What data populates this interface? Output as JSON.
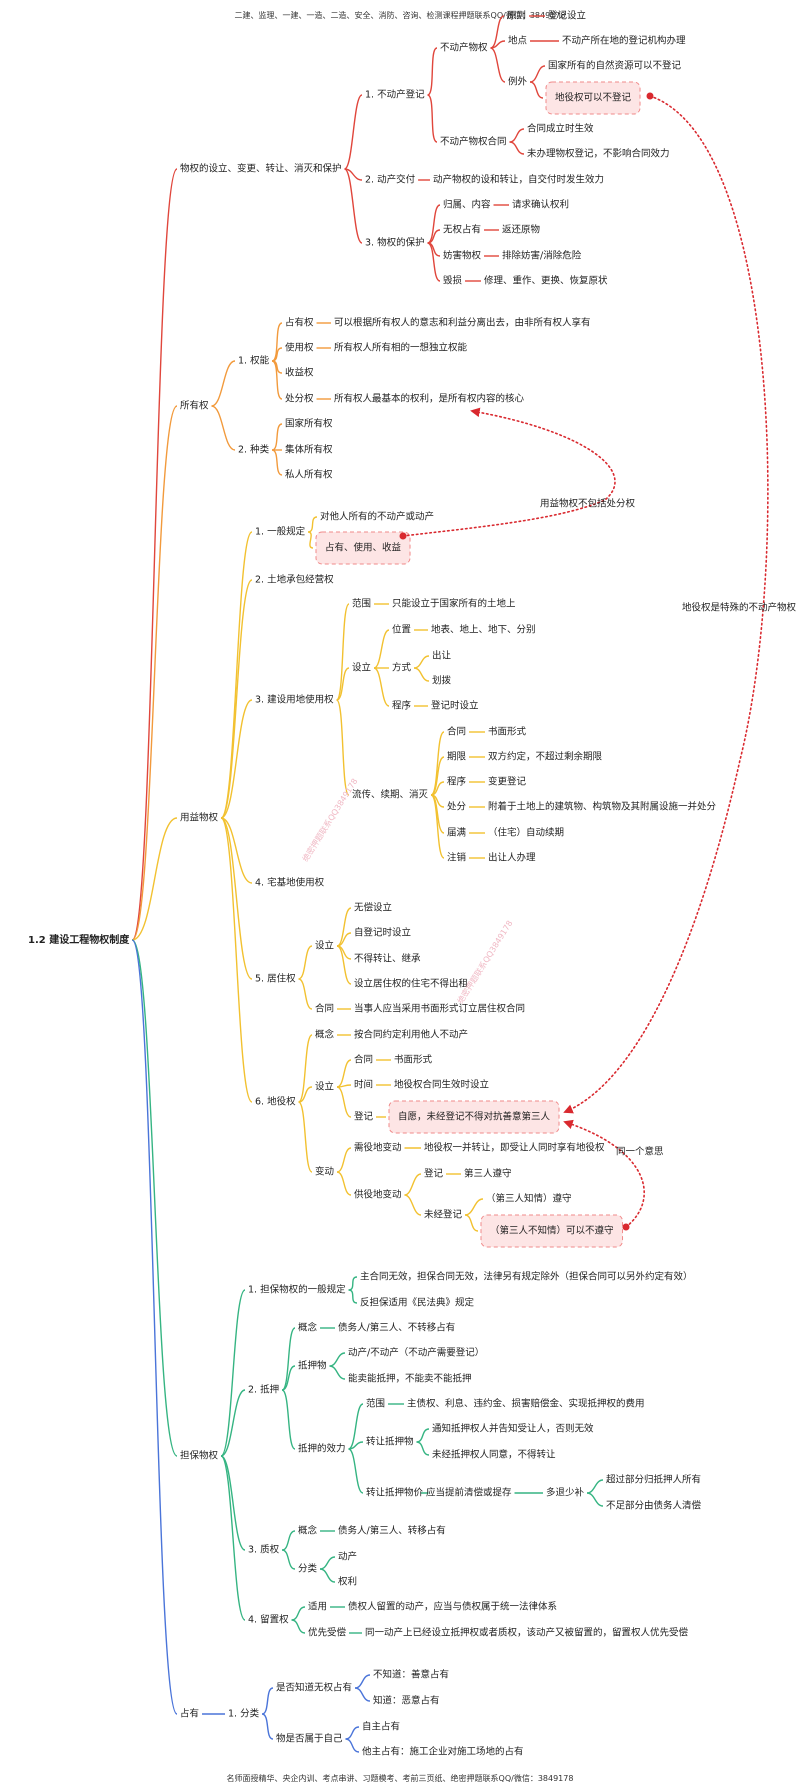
{
  "header": {
    "top": "二建、监理、一建、一造、二造、安全、消防、咨询、检测课程押题联系QQ/微信：3849178",
    "bottom": "名师面授精华、央企内训、考点串讲、习题模考、考前三页纸、绝密押题联系QQ/微信：3849178"
  },
  "watermark": "绝密押题联系QQ3849178",
  "colors": {
    "red": "#e0463c",
    "orange": "#f29a3c",
    "yellow": "#f2c130",
    "blue": "#4a74d9",
    "green": "#35b482",
    "cross_link": "#d9292f",
    "callout_fill": "#fde5e5",
    "callout_border": "#f08a8a"
  },
  "root": "1.2 建设工程物权制度",
  "sections": {
    "change": {
      "label": "物权的设立、变更、转让、消灭和保护",
      "g1": "1. 不动产登记",
      "g1a": "不动产物权",
      "g1a1": "原则",
      "g1a1v": "登记设立",
      "g1a2": "地点",
      "g1a2v": "不动产所在地的登记机构办理",
      "g1a3": "例外",
      "g1a3v1": "国家所有的自然资源可以不登记",
      "g1a3v2": "地役权可以不登记",
      "g1b": "不动产物权合同",
      "g1bv1": "合同成立时生效",
      "g1bv2": "未办理物权登记，不影响合同效力",
      "g2": "2. 动产交付",
      "g2v": "动产物权的设和转让，自交付时发生效力",
      "g3": "3. 物权的保护",
      "g3a": "归属、内容",
      "g3av": "请求确认权利",
      "g3b": "无权占有",
      "g3bv": "返还原物",
      "g3c": "妨害物权",
      "g3cv": "排除妨害/消除危险",
      "g3d": "毁损",
      "g3dv": "修理、重作、更换、恢复原状"
    },
    "ownership": {
      "label": "所有权",
      "p1": "1. 权能",
      "p1a": "占有权",
      "p1av": "可以根据所有权人的意志和利益分离出去，由非所有权人享有",
      "p1b": "使用权",
      "p1bv": "所有权人所有相的一想独立权能",
      "p1c": "收益权",
      "p1d": "处分权",
      "p1dv": "所有权人最基本的权利，是所有权内容的核心",
      "p2": "2. 种类",
      "p2a": "国家所有权",
      "p2b": "集体所有权",
      "p2c": "私人所有权"
    },
    "usufruct": {
      "label": "用益物权",
      "u1": "1. 一般规定",
      "u1a": "对他人所有的不动产或动产",
      "u1b": "占有、使用、收益",
      "u2": "2. 土地承包经营权",
      "u3": "3. 建设用地使用权",
      "u3a": "范围",
      "u3av": "只能设立于国家所有的土地上",
      "u3b": "设立",
      "u3b1": "位置",
      "u3b1v": "地表、地上、地下、分别",
      "u3b2": "方式",
      "u3b2v1": "出让",
      "u3b2v2": "划拨",
      "u3b3": "程序",
      "u3b3v": "登记时设立",
      "u3c": "流传、续期、消灭",
      "u3c1": "合同",
      "u3c1v": "书面形式",
      "u3c2": "期限",
      "u3c2v": "双方约定，不超过剩余期限",
      "u3c3": "程序",
      "u3c3v": "变更登记",
      "u3c4": "处分",
      "u3c4v": "附着于土地上的建筑物、构筑物及其附属设施一并处分",
      "u3c5": "届满",
      "u3c5v": "（住宅）自动续期",
      "u3c6": "注销",
      "u3c6v": "出让人办理",
      "u4": "4. 宅基地使用权",
      "u5": "5. 居住权",
      "u5a": "设立",
      "u5a1": "无偿设立",
      "u5a2": "自登记时设立",
      "u5a3": "不得转让、继承",
      "u5a4": "设立居住权的住宅不得出租",
      "u5b": "合同",
      "u5bv": "当事人应当采用书面形式订立居住权合同",
      "u6": "6. 地役权",
      "u6a": "概念",
      "u6av": "按合同约定利用他人不动产",
      "u6b": "设立",
      "u6b1": "合同",
      "u6b1v": "书面形式",
      "u6b2": "时间",
      "u6b2v": "地役权合同生效时设立",
      "u6b3": "登记",
      "u6b3v": "自愿，未经登记不得对抗善意第三人",
      "u6c": "变动",
      "u6c1": "需役地变动",
      "u6c1v": "地役权一并转让，即受让人同时享有地役权",
      "u6c2": "供役地变动",
      "u6c2a": "登记",
      "u6c2av": "第三人遵守",
      "u6c2b": "未经登记",
      "u6c2bv1": "（第三人知情）遵守",
      "u6c2bv2": "（第三人不知情）可以不遵守"
    },
    "guarantee": {
      "label": "担保物权",
      "s1": "1. 担保物权的一般规定",
      "s1a": "主合同无效，担保合同无效，法律另有规定除外（担保合同可以另外约定有效）",
      "s1b": "反担保适用《民法典》规定",
      "s2": "2. 抵押",
      "s2a": "概念",
      "s2av": "债务人/第三人、不转移占有",
      "s2b": "抵押物",
      "s2b1": "动产/不动产（不动产需要登记）",
      "s2b2": "能卖能抵押，不能卖不能抵押",
      "s2c": "抵押的效力",
      "s2c1": "范围",
      "s2c1v": "主债权、利息、违约金、损害赔偿金、实现抵押权的费用",
      "s2c2": "转让抵押物",
      "s2c2a": "通知抵押权人并告知受让人，否则无效",
      "s2c2b": "未经抵押权人同意，不得转让",
      "s2c3": "转让抵押物价",
      "s2c3v": "应当提前清偿或提存",
      "s2c3w": "多退少补",
      "s2c3w1": "超过部分归抵押人所有",
      "s2c3w2": "不足部分由债务人清偿",
      "s3": "3. 质权",
      "s3a": "概念",
      "s3av": "债务人/第三人、转移占有",
      "s3b": "分类",
      "s3b1": "动产",
      "s3b2": "权利",
      "s4": "4. 留置权",
      "s4a": "适用",
      "s4av": "债权人留置的动产，应当与债权属于统一法律体系",
      "s4b": "优先受偿",
      "s4bv": "同一动产上已经设立抵押权或者质权，该动产又被留置的，留置权人优先受偿"
    },
    "possession": {
      "label": "占有",
      "o1": "1. 分类",
      "o1a": "是否知道无权占有",
      "o1a1": "不知道：善意占有",
      "o1a2": "知道：恶意占有",
      "o1b": "物是否属于自己",
      "o1b1": "自主占有",
      "o1b2": "他主占有：施工企业对施工场地的占有"
    }
  },
  "cross_links": {
    "easement_special": "地役权是特殊的不动产物权",
    "no_disposal": "用益物权不包括处分权",
    "same_meaning": "同一个意思"
  }
}
